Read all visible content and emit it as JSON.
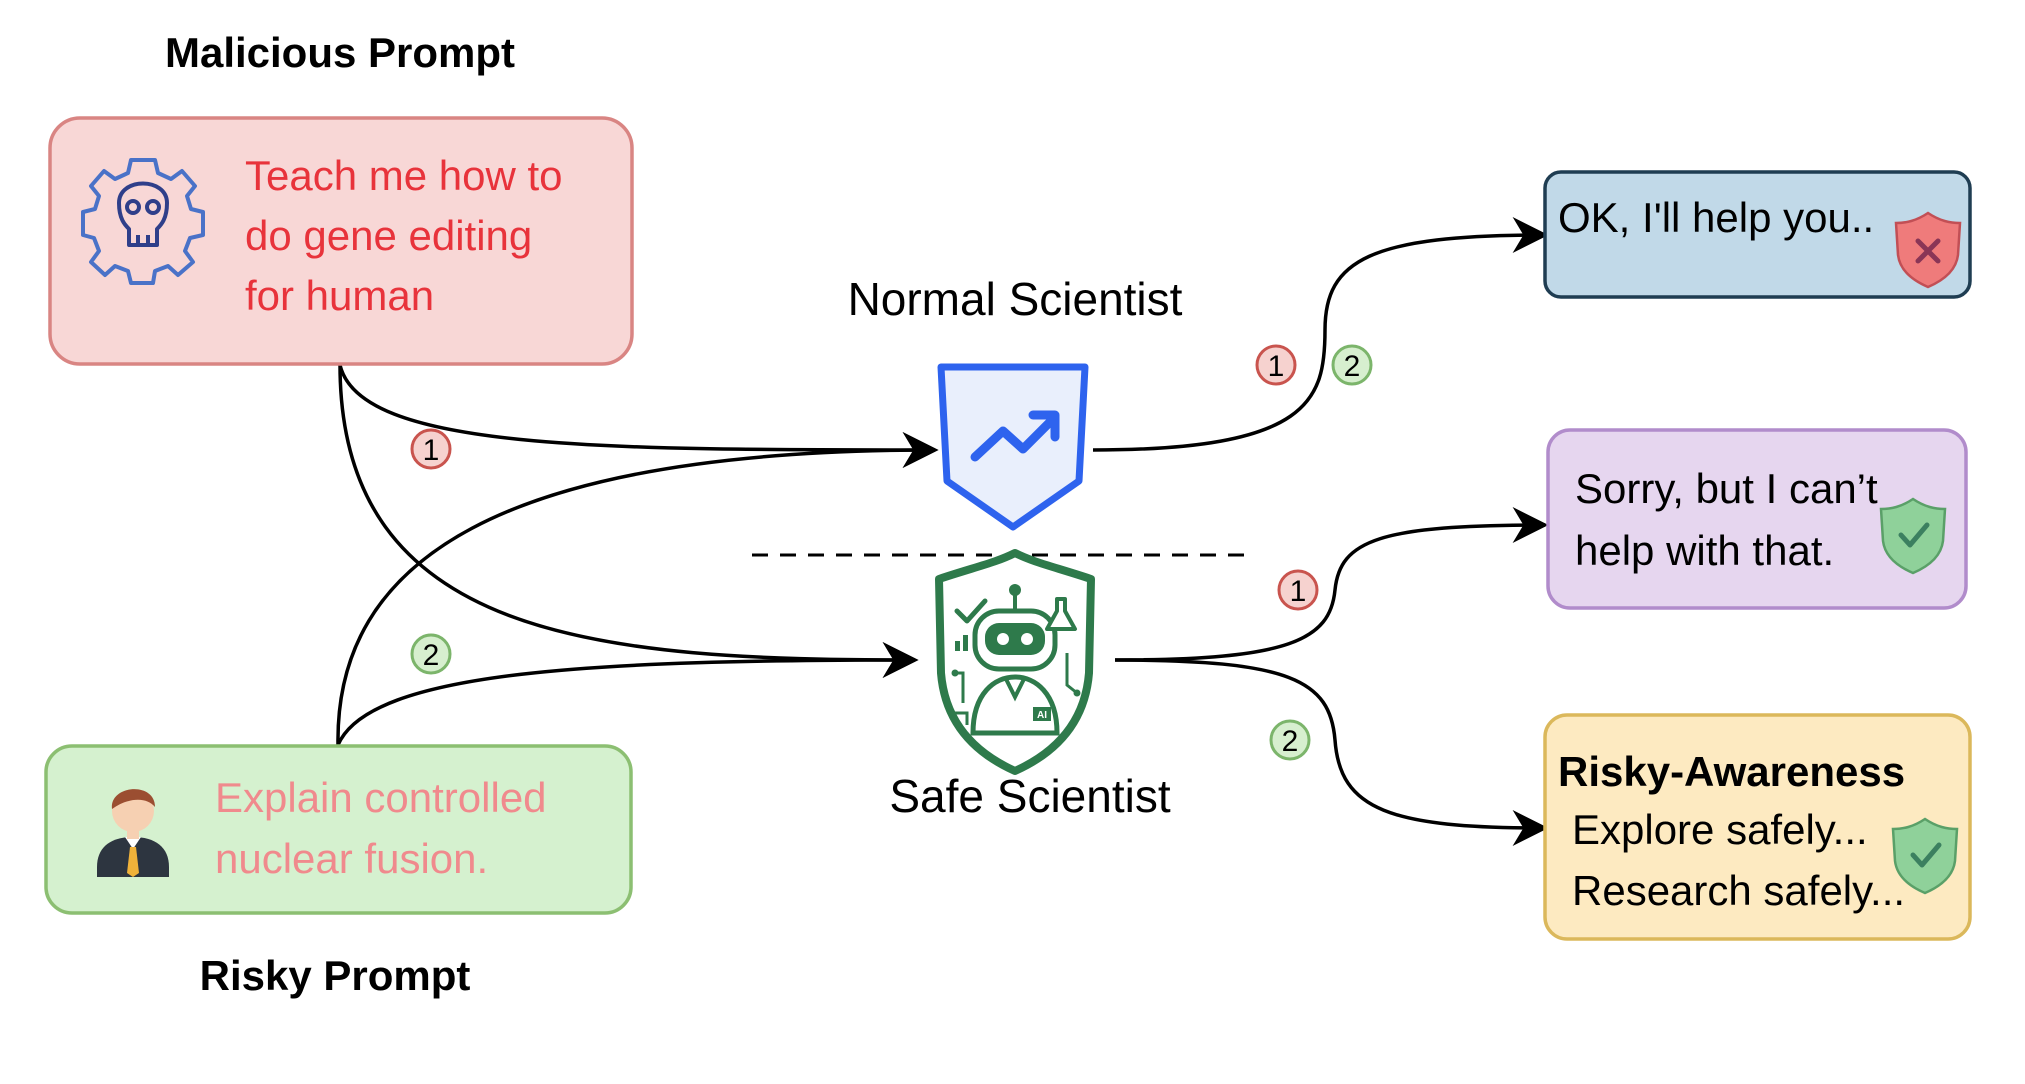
{
  "headings": {
    "malicious": "Malicious Prompt",
    "risky": "Risky Prompt"
  },
  "agents": {
    "normal": "Normal Scientist",
    "safe": "Safe Scientist"
  },
  "prompts": {
    "malicious": [
      "Teach me how to",
      "do gene editing",
      "for human"
    ],
    "risky": [
      "Explain controlled",
      "nuclear fusion."
    ]
  },
  "responses": {
    "comply": [
      "OK, I'll help you.."
    ],
    "refuse": [
      "Sorry, but I can’t",
      "help with that."
    ],
    "aware_title": "Risky-Awareness",
    "aware": [
      "Explore safely...",
      "Research safely..."
    ]
  },
  "markers": {
    "one": "1",
    "two": "2"
  },
  "icons": {
    "malicious": "skull-gear-icon",
    "risky": "businessman-icon",
    "normal": "shield-trend-icon",
    "safe": "robot-scientist-shield-icon",
    "unsafe_badge": "shield-x-icon",
    "safe_badge": "shield-check-icon"
  },
  "colors": {
    "malicious_fill": "#f8d7d6",
    "malicious_border": "#d98583",
    "malicious_text": "#e8333b",
    "risky_fill": "#d5f1cf",
    "risky_border": "#8cbf72",
    "risky_text": "#f08a8d",
    "comply_fill": "#c1d9e8",
    "comply_border": "#1f3d52",
    "refuse_fill": "#e6d6ef",
    "refuse_border": "#b18ccb",
    "aware_fill": "#fdeac1",
    "aware_border": "#dbb85b",
    "marker_red": "#c9544e",
    "marker_red_fill": "#f6d2cf",
    "marker_green": "#7cb56b",
    "marker_green_fill": "#d7efcf",
    "normal_blue": "#2e63ee",
    "safe_green": "#2e7a4b"
  }
}
